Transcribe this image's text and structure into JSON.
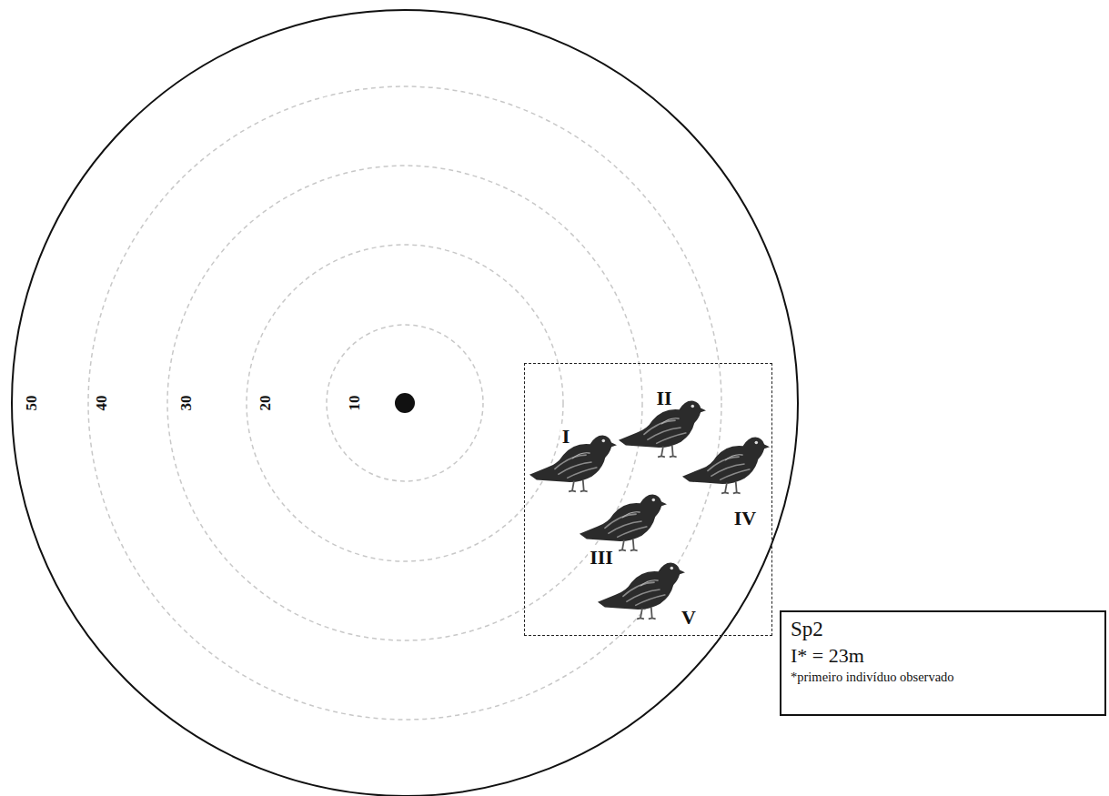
{
  "diagram": {
    "nodes": [
      {
        "text": [
          "I",
          "II",
          "III",
          "IV",
          "V"
        ]
      },
      {
        "text": [
          "Sp2",
          "I* = 23m",
          "*primeiro indivíduo observado"
        ]
      }
    ],
    "labels": [
      "50",
      "40",
      "30",
      "20",
      "10"
    ]
  }
}
